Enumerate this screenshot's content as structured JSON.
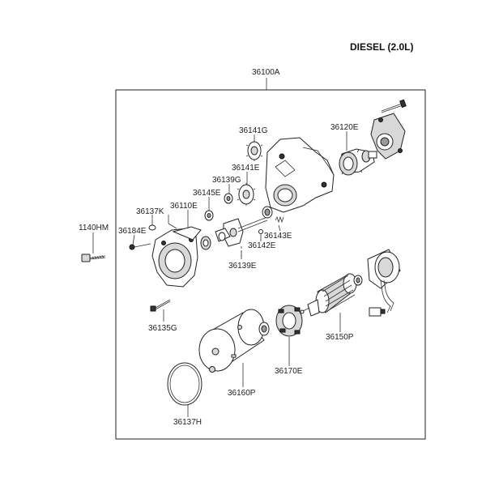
{
  "header": {
    "title": "DIESEL (2.0L)"
  },
  "assembly": {
    "part_no": "36100A"
  },
  "parts": {
    "p1140HM": "1140HM",
    "p36141G": "36141G",
    "p36120E": "36120E",
    "p36141E": "36141E",
    "p36139G": "36139G",
    "p36145E": "36145E",
    "p36110E": "36110E",
    "p36137K": "36137K",
    "p36184E": "36184E",
    "p36143E": "36143E",
    "p36142E": "36142E",
    "p36139E": "36139E",
    "p36135G": "36135G",
    "p36150P": "36150P",
    "p36170E": "36170E",
    "p36160P": "36160P",
    "p36137H": "36137H"
  }
}
